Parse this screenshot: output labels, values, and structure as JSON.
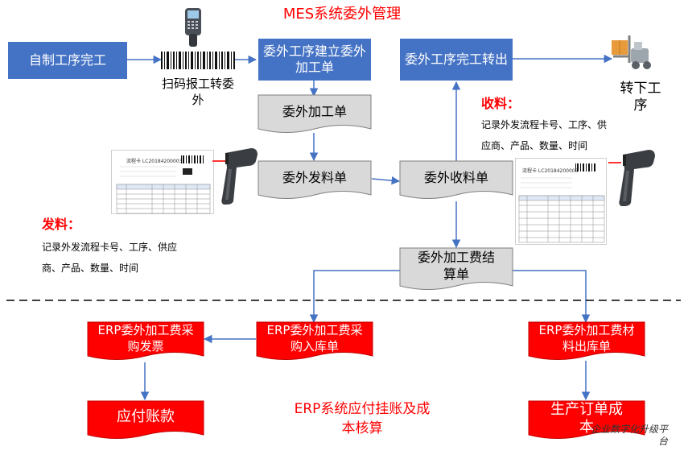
{
  "title": "MES系统委外管理",
  "colors": {
    "blue_box": "#4472c4",
    "gray_doc": "#d9d9d9",
    "red_doc": "#ff0000",
    "arrow": "#4472c4",
    "accent_red": "#ff0000"
  },
  "nodes": {
    "self_made": "自制工序完工",
    "create_order": "委外工序建立委外加工单",
    "finish_transfer": "委外工序完工转出",
    "processing_order": "委外加工单",
    "issue_order": "委外发料单",
    "receive_order": "委外收料单",
    "settlement": "委外加工费结算单",
    "erp_invoice": "ERP委外加工费采购发票",
    "erp_inbound": "ERP委外加工费采购入库单",
    "erp_outbound": "ERP委外加工费材料出库单",
    "payable": "应付账款",
    "production_cost": "生产订单成本"
  },
  "labels": {
    "scan": "扫码报工转委外",
    "next_process": "转下工序",
    "receive_title": "收料：",
    "receive_desc": "记录外发流程卡号、工序、供应商、产品、数量、时间",
    "issue_title": "发料：",
    "issue_desc": "记录外发流程卡号、工序、供应商、产品、数量、时间",
    "erp_center": "ERP系统应付挂账及成本核算",
    "watermark": "企业数字化升级平台",
    "sheet_left_title": "流程卡 LC20184200003",
    "sheet_right_title": "流程卡 LC20184200003"
  },
  "icons": [
    "barcode-scanner-icon",
    "barcode-icon",
    "forklift-icon",
    "hand-scanner-icon"
  ]
}
